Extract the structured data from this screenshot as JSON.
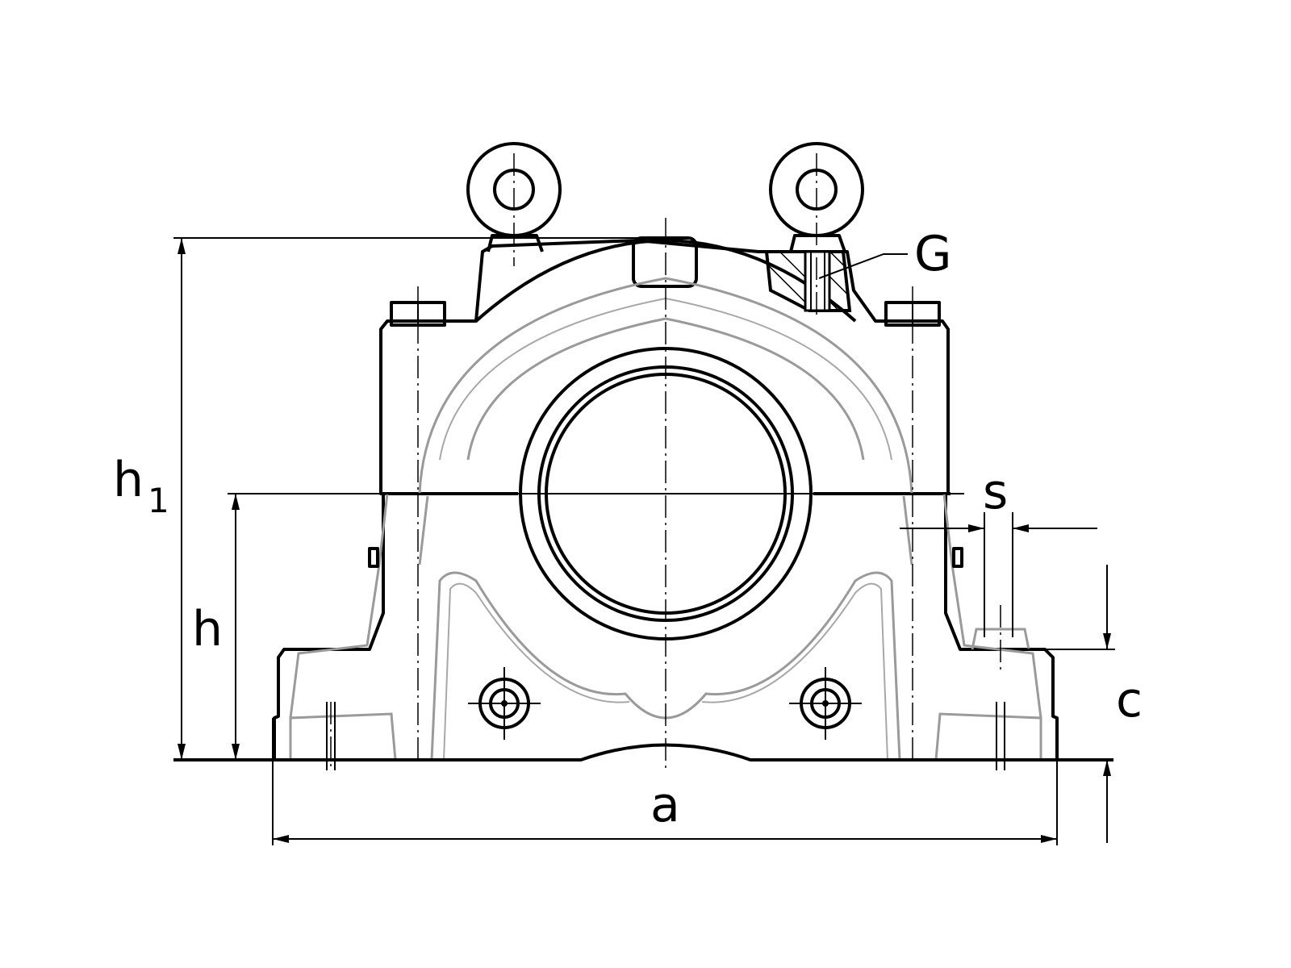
{
  "labels": {
    "G": "G",
    "h1_main": "h",
    "h1_sub": "1",
    "s": "s",
    "h": "h",
    "c": "c",
    "a": "a"
  }
}
